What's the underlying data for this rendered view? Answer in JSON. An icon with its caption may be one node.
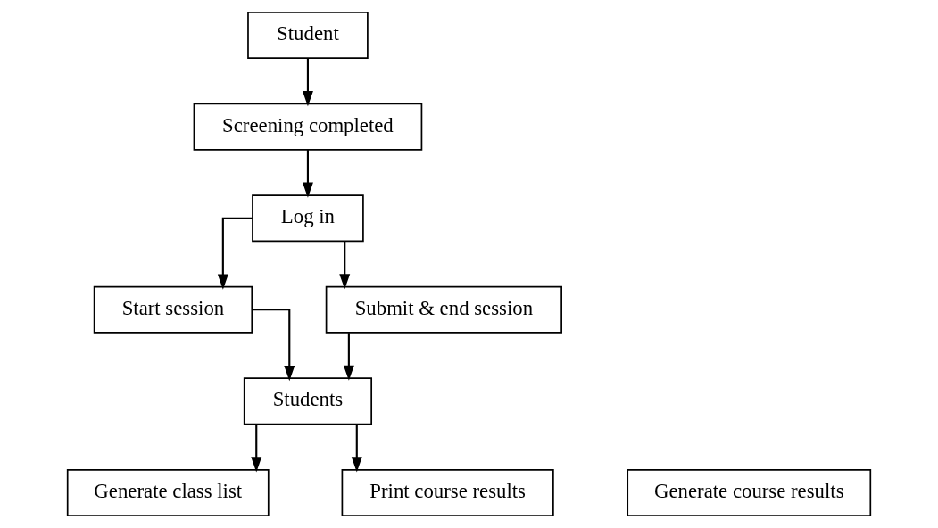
{
  "diagram": {
    "nodes": [
      {
        "text": [
          "Student"
        ]
      },
      {
        "text": [
          "Screening completed"
        ]
      },
      {
        "text": [
          "Log in"
        ]
      },
      {
        "text": [
          "Start session"
        ]
      },
      {
        "text": [
          "Submit & end session"
        ]
      },
      {
        "text": [
          "Students"
        ]
      },
      {
        "text": [
          "Generate class list"
        ]
      },
      {
        "text": [
          "Generate course results"
        ]
      },
      {
        "text": [
          "Print course results"
        ]
      }
    ],
    "edges": [
      {
        "from": 0,
        "to": 1,
        "arrow": "to"
      },
      {
        "from": 1,
        "to": 2,
        "arrow": "to"
      },
      {
        "from": 2,
        "to": 3,
        "arrow": "to"
      },
      {
        "from": 2,
        "to": 4,
        "arrow": "to"
      },
      {
        "from": 3,
        "to": 5,
        "arrow": "to"
      },
      {
        "from": 4,
        "to": 5,
        "arrow": "to"
      },
      {
        "from": 5,
        "to": 6,
        "arrow": "to"
      },
      {
        "from": 5,
        "to": 8,
        "arrow": "to"
      }
    ]
  }
}
